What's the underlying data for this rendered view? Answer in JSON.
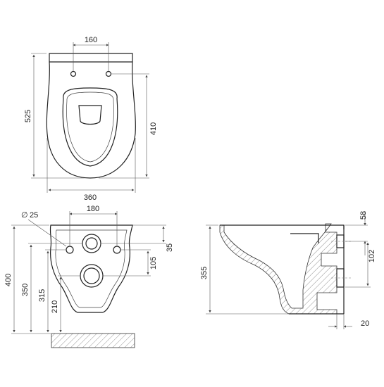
{
  "top_view": {
    "dims": {
      "width_bolts": "160",
      "length": "525",
      "bowl_length": "410",
      "width": "360"
    }
  },
  "front_view": {
    "dims": {
      "pipe_diameter": "25",
      "width_bolts": "180",
      "height_total": "400",
      "height_350": "350",
      "height_315": "315",
      "height_210": "210",
      "offset_35": "35",
      "offset_105": "105"
    }
  },
  "side_view": {
    "dims": {
      "height_355": "355",
      "top_58": "58",
      "inlet_102": "102",
      "wall_20": "20"
    }
  }
}
